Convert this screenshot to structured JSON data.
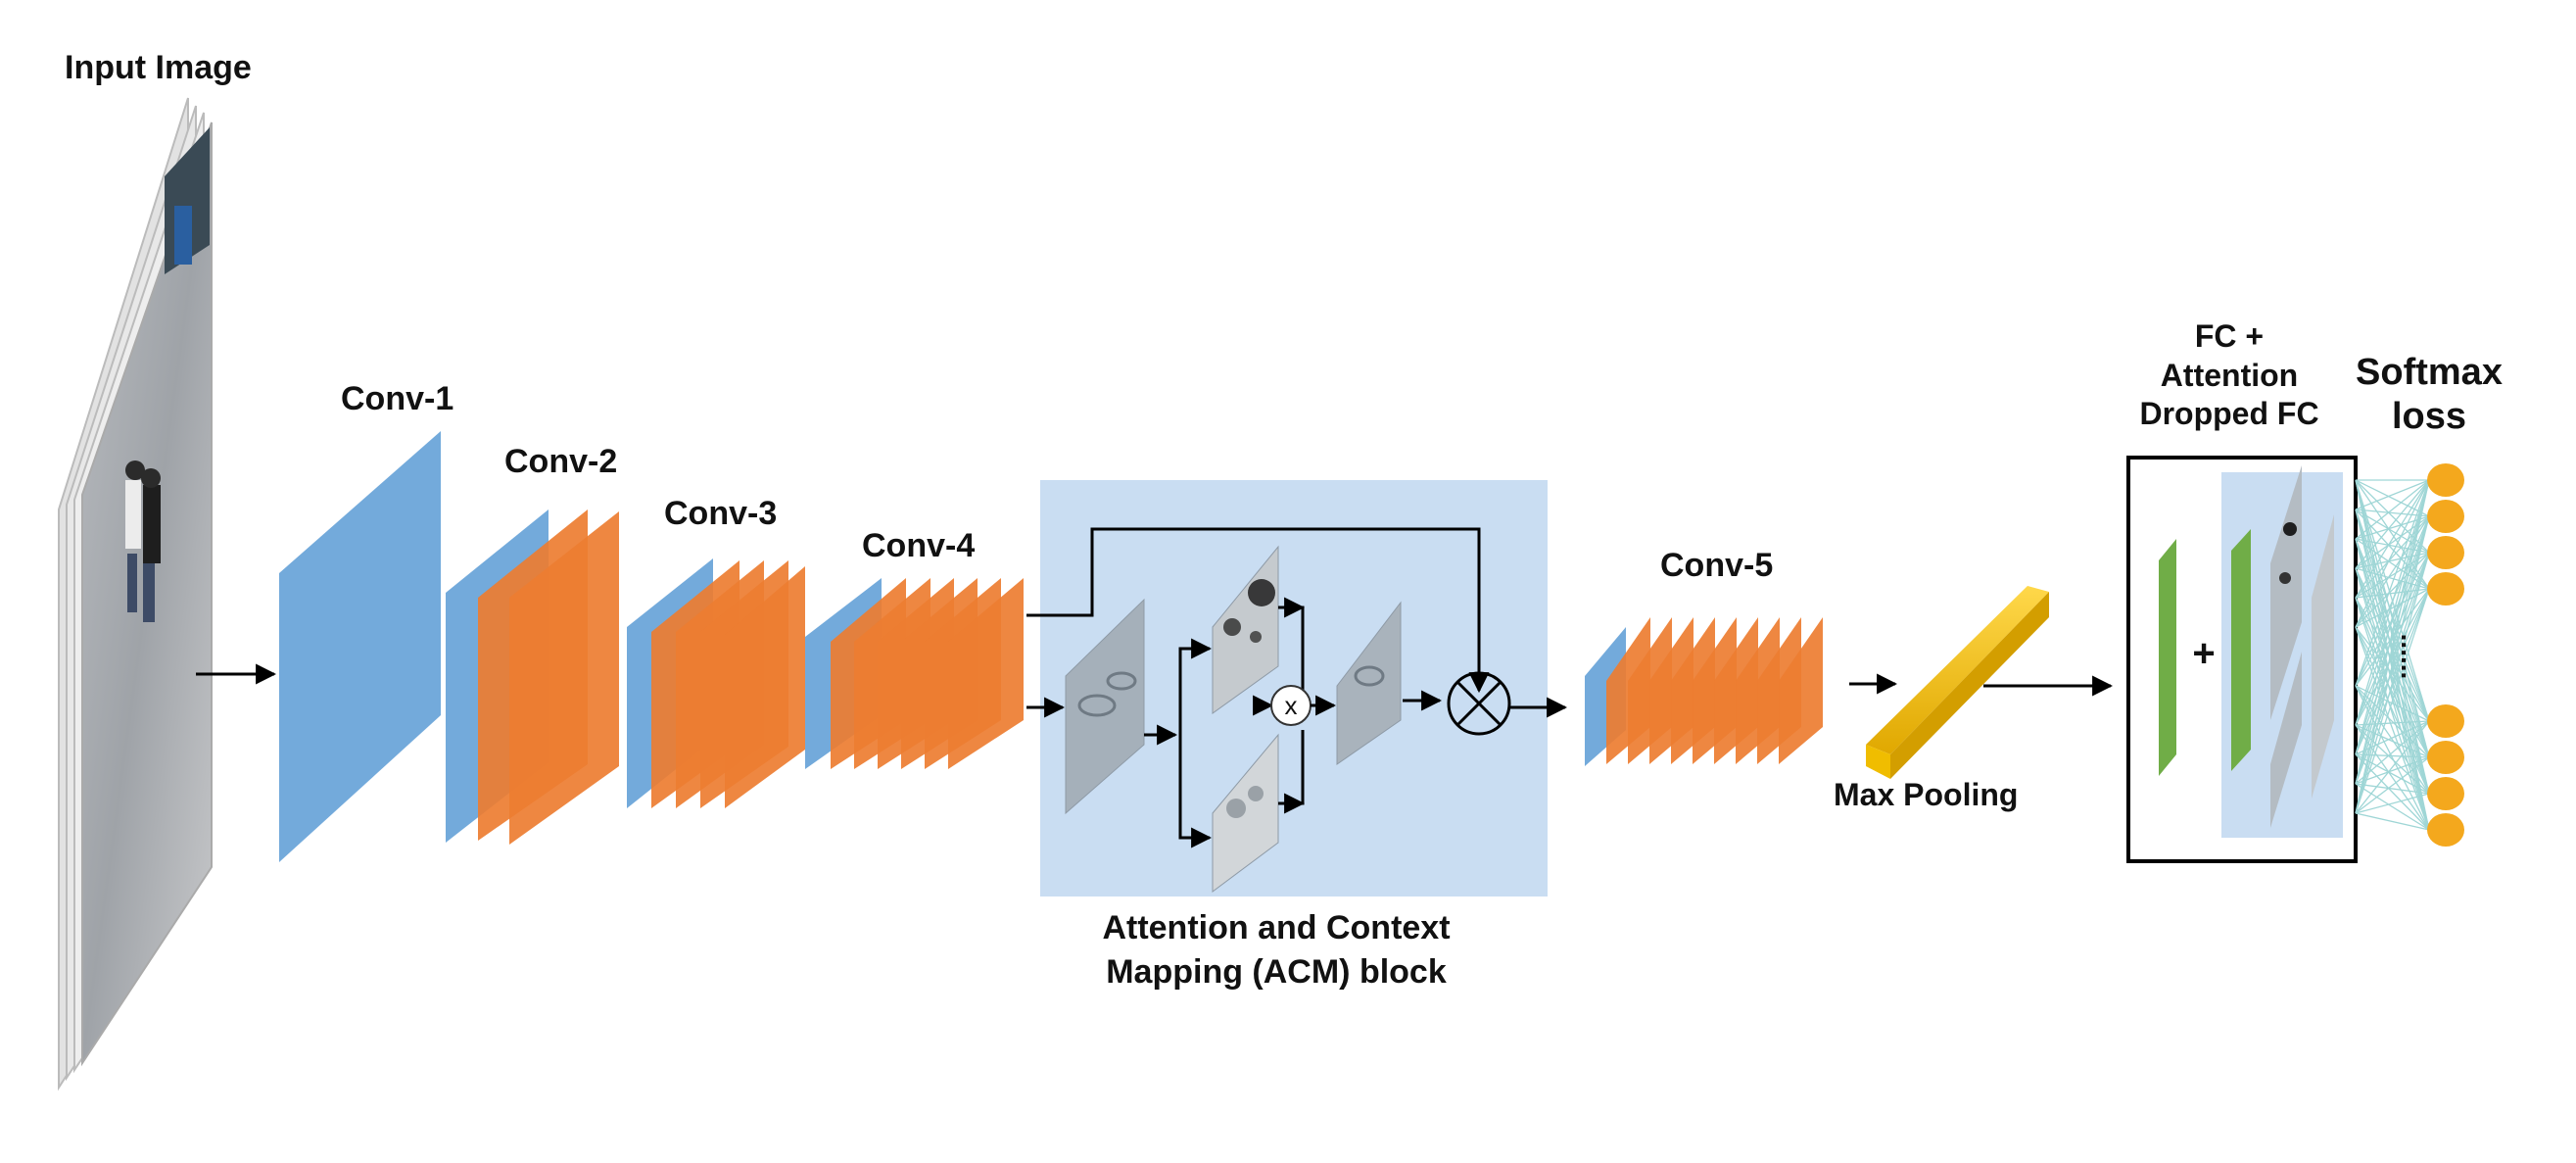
{
  "labels": {
    "input_image": "Input Image",
    "conv1": "Conv-1",
    "conv2": "Conv-2",
    "conv3": "Conv-3",
    "conv4": "Conv-4",
    "conv5": "Conv-5",
    "acm_line1": "Attention and Context",
    "acm_line2": "Mapping (ACM) block",
    "max_pooling": "Max Pooling",
    "fc_line1": "FC +",
    "fc_line2": "Attention",
    "fc_line3": "Dropped FC",
    "softmax_line1": "Softmax",
    "softmax_line2": "loss",
    "plus": "+",
    "multiply_small": "x",
    "dots": "......"
  },
  "colors": {
    "conv_blue": "#5b9bd5",
    "conv_orange": "#ed7d31",
    "acm_bg": "#c9ddf2",
    "pool_yellow": "#f2c200",
    "fc_green": "#70ad47",
    "softmax_orange": "#f4a81d",
    "connection_teal": "#9fd6d6"
  },
  "icons": {
    "multiply": "circled-times-icon",
    "arrow": "arrow-right-icon"
  }
}
